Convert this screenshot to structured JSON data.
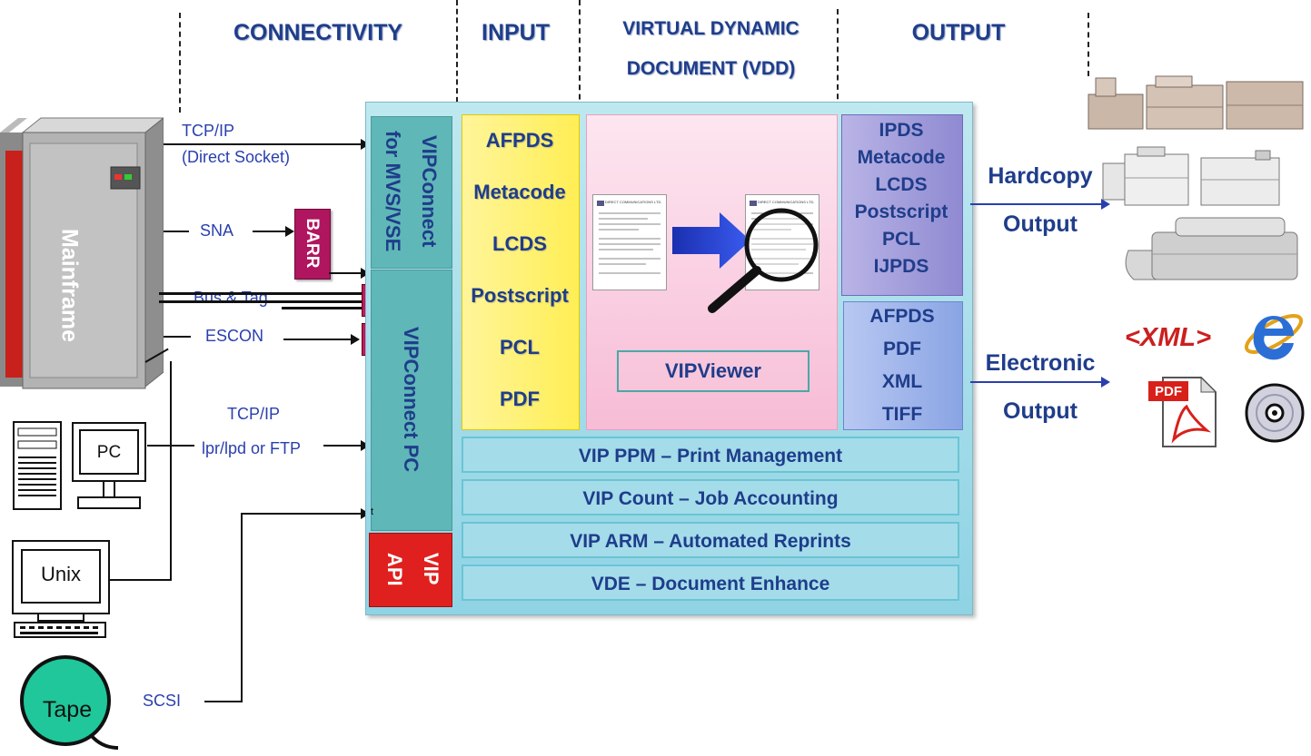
{
  "headers": {
    "connectivity": "CONNECTIVITY",
    "input": "INPUT",
    "vdd_line1": "VIRTUAL DYNAMIC",
    "vdd_line2": "DOCUMENT (VDD)",
    "output": "OUTPUT"
  },
  "sources": {
    "mainframe": "Mainframe",
    "pc": "PC",
    "unix": "Unix",
    "tape": "Tape",
    "barr": "BARR"
  },
  "connections": {
    "tcpip_1": "TCP/IP",
    "direct_socket": "(Direct Socket)",
    "sna": "SNA",
    "bus_tag": "Bus & Tag",
    "escon": "ESCON",
    "tcpip_2": "TCP/IP",
    "lpr_ftp": "lpr/lpd  or FTP",
    "scsi": "SCSI"
  },
  "modules": {
    "vipconnect_mvs_line1": "VIPConnect",
    "vipconnect_mvs_line2": "for MVS/VSE",
    "vipconnect_pc": "VIPConnect PC",
    "vip_api_line1": "VIP",
    "vip_api_line2": "API",
    "vipviewer": "VIPViewer",
    "doc_header": "DIRECT COMMUNICATIONS LTD.",
    "small_mark": "t"
  },
  "input_formats": [
    "AFPDS",
    "Metacode",
    "LCDS",
    "Postscript",
    "PCL",
    "PDF"
  ],
  "hardcopy_formats": [
    "IPDS",
    "Metacode",
    "LCDS",
    "Postscript",
    "PCL",
    "IJPDS"
  ],
  "electronic_formats": [
    "AFPDS",
    "PDF",
    "XML",
    "TIFF"
  ],
  "bars": {
    "ppm": "VIP PPM – Print Management",
    "count": "VIP Count – Job Accounting",
    "arm": "VIP ARM – Automated Reprints",
    "vde": "VDE – Document Enhance"
  },
  "outputs": {
    "hardcopy_line1": "Hardcopy",
    "hardcopy_line2": "Output",
    "electronic_line1": "Electronic",
    "electronic_line2": "Output"
  },
  "output_icons": {
    "xml": "<XML>",
    "pdf": "PDF"
  },
  "colors": {
    "header_blue": "#1f3d8a",
    "connection_blue": "#2a3fae",
    "api_red": "#e0201e",
    "barr_magenta": "#b0155f",
    "tape_green": "#1fc79a"
  }
}
